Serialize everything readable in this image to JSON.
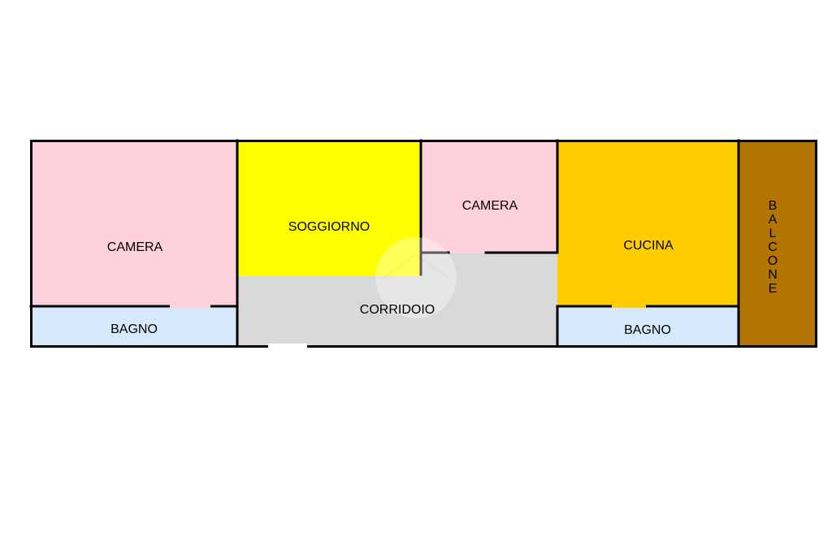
{
  "plan": {
    "rooms": {
      "camera_left": "CAMERA",
      "bagno_left": "BAGNO",
      "soggiorno": "SOGGIORNO",
      "corridoio": "CORRIDOIO",
      "camera_center": "CAMERA",
      "cucina": "CUCINA",
      "bagno_right": "BAGNO",
      "balcone": [
        "B",
        "A",
        "L",
        "C",
        "O",
        "N",
        "E"
      ]
    },
    "colors": {
      "camera": "#ffd1dc",
      "soggiorno": "#ffff00",
      "corridoio": "#d9d9d9",
      "bagno": "#d6e9fb",
      "cucina": "#ffcc00",
      "balcone": "#b37400",
      "wall": "#000000",
      "background": "#ffffff"
    }
  }
}
